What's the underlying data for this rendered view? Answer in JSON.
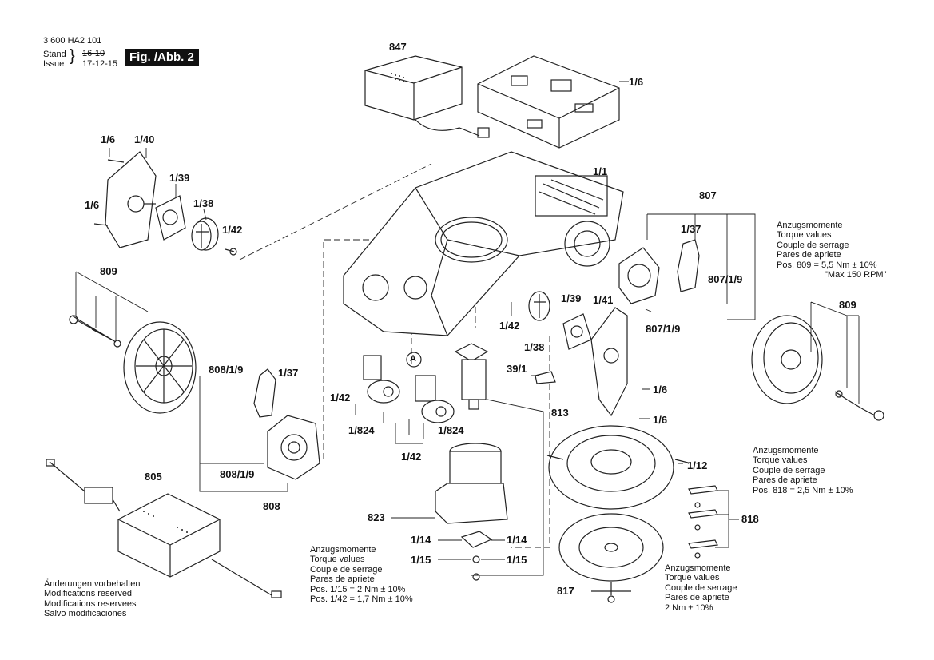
{
  "header": {
    "part_number": "3 600 HA2 101",
    "stand_label": "Stand",
    "issue_label": "Issue",
    "old_date": "16-10",
    "new_date": "17-12-15",
    "figure_label": "Fig. /Abb. 2"
  },
  "callouts": {
    "c847": "847",
    "c1_6_top": "1/6",
    "c1_6_a": "1/6",
    "c1_40": "1/40",
    "c1_39_a": "1/39",
    "c1_6_b": "1/6",
    "c1_38_a": "1/38",
    "c1_42_a": "1/42",
    "c809_a": "809",
    "c1_1": "1/1",
    "c807": "807",
    "c1_37_a": "1/37",
    "c807_1_9_a": "807/1/9",
    "c1_39_b": "1/39",
    "c1_41": "1/41",
    "c1_42_b": "1/42",
    "c1_38_b": "1/38",
    "c807_1_9_b": "807/1/9",
    "c809_b": "809",
    "c808_1_9_a": "808/1/9",
    "c1_37_b": "1/37",
    "cA": "A",
    "c39_1": "39/1",
    "c1_6_c": "1/6",
    "c1_6_d": "1/6",
    "c1_42_c": "1/42",
    "c1_824_a": "1/824",
    "c1_824_b": "1/824",
    "c1_42_d": "1/42",
    "c813": "813",
    "c808_1_9_b": "808/1/9",
    "c808": "808",
    "c805": "805",
    "c1_12": "1/12",
    "c823": "823",
    "c1_14_a": "1/14",
    "c1_14_b": "1/14",
    "c1_15_a": "1/15",
    "c1_15_b": "1/15",
    "c818": "818",
    "c817": "817"
  },
  "notes": {
    "torque_809": [
      "Anzugsmomente",
      "Torque values",
      "Couple de serrage",
      "Pares de apriete",
      "Pos. 809 = 5,5 Nm  ± 10%",
      "\"Max 150 RPM\""
    ],
    "torque_818": [
      "Anzugsmomente",
      "Torque values",
      "Couple de serrage",
      "Pares de apriete",
      "Pos. 818 = 2,5 Nm  ± 10%"
    ],
    "torque_115": [
      "Anzugsmomente",
      "Torque values",
      "Couple de serrage",
      "Pares de apriete",
      "Pos. 1/15 = 2 Nm  ± 10%",
      "Pos. 1/42 = 1,7 Nm  ± 10%"
    ],
    "torque_817": [
      "Anzugsmomente",
      "Torque values",
      "Couple de serrage",
      "Pares de apriete",
      "2 Nm  ± 10%"
    ],
    "modifications": [
      "Änderungen vorbehalten",
      "Modifications reserved",
      "Modifications reservees",
      "Salvo modificaciones"
    ]
  }
}
